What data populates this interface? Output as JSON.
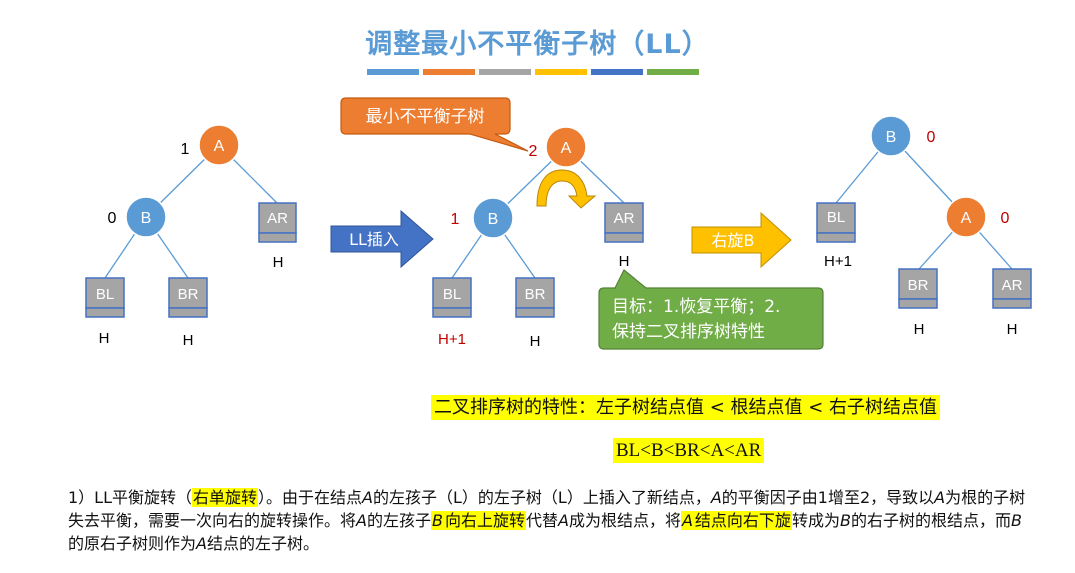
{
  "title": "调整最小不平衡子树（LL）",
  "title_bar_colors": [
    "#5b9bd5",
    "#ed7d31",
    "#a5a5a5",
    "#ffc000",
    "#4472c4",
    "#70ad47"
  ],
  "colors": {
    "node_a": "#ed7d31",
    "node_b": "#5b9bd5",
    "subtree": "#a5a5a5",
    "arrow_blue": "#4472c4",
    "arrow_yellow": "#ffc000",
    "callout_orange": "#ed7d31",
    "callout_green": "#70ad47",
    "red_text": "#c00000"
  },
  "tree1": {
    "root": {
      "label": "A",
      "balance": "1"
    },
    "left": {
      "label": "B",
      "balance": "0"
    },
    "right_subtree": {
      "label": "AR",
      "height": "H"
    },
    "bl": {
      "label": "BL",
      "height": "H"
    },
    "br": {
      "label": "BR",
      "height": "H"
    }
  },
  "arrow1": "LL插入",
  "tree2": {
    "callout": "最小不平衡子树",
    "root": {
      "label": "A",
      "balance": "2"
    },
    "left": {
      "label": "B",
      "balance": "1"
    },
    "right_subtree": {
      "label": "AR",
      "height": "H"
    },
    "bl": {
      "label": "BL",
      "height": "H+1"
    },
    "br": {
      "label": "BR",
      "height": "H"
    }
  },
  "arrow2": "右旋B",
  "goal_callout": {
    "line1": "目标：1.恢复平衡；2.",
    "line2": "保持二叉排序树特性"
  },
  "tree3": {
    "root": {
      "label": "B",
      "balance": "0"
    },
    "right": {
      "label": "A",
      "balance": "0"
    },
    "bl": {
      "label": "BL",
      "height": "H+1"
    },
    "br": {
      "label": "BR",
      "height": "H"
    },
    "ar": {
      "label": "AR",
      "height": "H"
    }
  },
  "property_text": "二叉排序树的特性：左子树结点值 < 根结点值 < 右子树结点值",
  "order_text": "BL<B<BR<A<AR",
  "paragraph": {
    "p1": "1）LL平衡旋转（",
    "p2": "右单旋转",
    "p3": "）。由于在结点",
    "p4": "A",
    "p5": "的左孩子（L）的左子树（L）上插入了新结点，",
    "p6": "A",
    "p7": "的平衡因子由1增至2，导致以",
    "p8": "A",
    "p9": "为根的子树失去平衡，需要一次向右的旋转操作。将",
    "p10": "A",
    "p11": "的左孩子",
    "p12": "B",
    "p13": "向右上旋转",
    "p14": "代替",
    "p15": "A",
    "p16": "成为根结点，将",
    "p17": "A",
    "p18": "结点向右下旋",
    "p19": "转成为",
    "p20": "B",
    "p21": "的右子树的根结点，而",
    "p22": "B",
    "p23": "的原右子树则作为",
    "p24": "A",
    "p25": "结点的左子树。"
  }
}
